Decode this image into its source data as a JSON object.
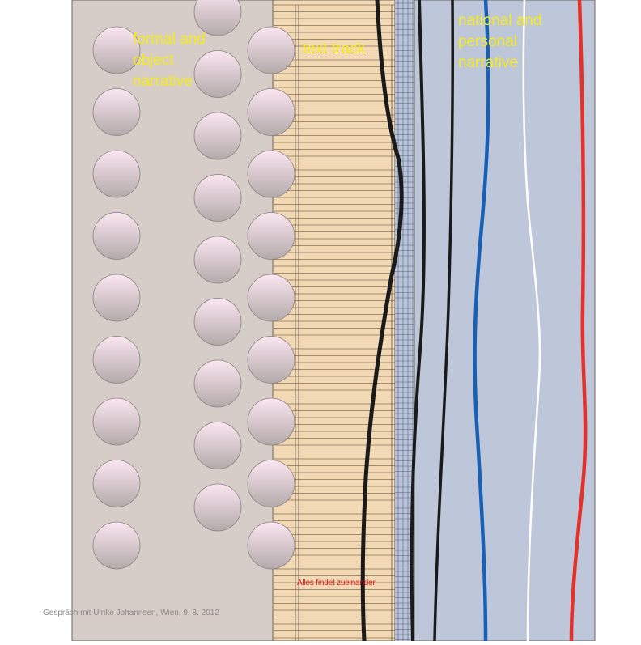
{
  "labels": {
    "formal": "formal and\nobject\nnarrative",
    "text_track": "text track",
    "national": "national and\npersonal\nnarrative",
    "alles": "Alles findet zueinander",
    "credit": "Gespräch mit Ulrike Johannsen, Wien, 9. 8. 2012"
  },
  "colors": {
    "formal_panel": "#d6cdc8",
    "text_panel": "#f2d9b4",
    "narrative_panel": "#bec6d9",
    "grid_panel": "#b9c3da",
    "label_yellow": "#f5ea1e",
    "red_label": "#d0141e",
    "credit": "#8a8a8a",
    "line_black": "#1a1a1a",
    "line_blue": "#1860b4",
    "line_white": "#ffffff",
    "line_red": "#e2322a",
    "circle_top": "#fbe6f1",
    "circle_bottom": "#b3aaaa"
  }
}
